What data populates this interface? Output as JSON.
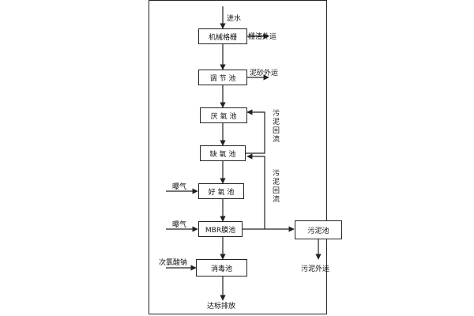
{
  "nodes": {
    "screen": "机械格栅",
    "equalization": "调 节 池",
    "anaerobic": "厌 氧 池",
    "anoxic": "缺 氧 池",
    "aerobic": "好 氧 池",
    "mbr": "MBR膜池",
    "disinfection": "消毒池",
    "sludge": "污泥池"
  },
  "labels": {
    "inlet": "进水",
    "screenings_out": "栅渣外运",
    "grit_out": "泥砂外运",
    "aeration_1": "曝气",
    "aeration_2": "曝气",
    "hypochlorite": "次氯酸钠",
    "discharge": "达标排放",
    "sludge_out": "污泥外运",
    "return_1": "污泥回流",
    "return_2": "污泥回流"
  },
  "colors": {
    "line": "#222222",
    "text": "#111111",
    "background": "#ffffff"
  }
}
